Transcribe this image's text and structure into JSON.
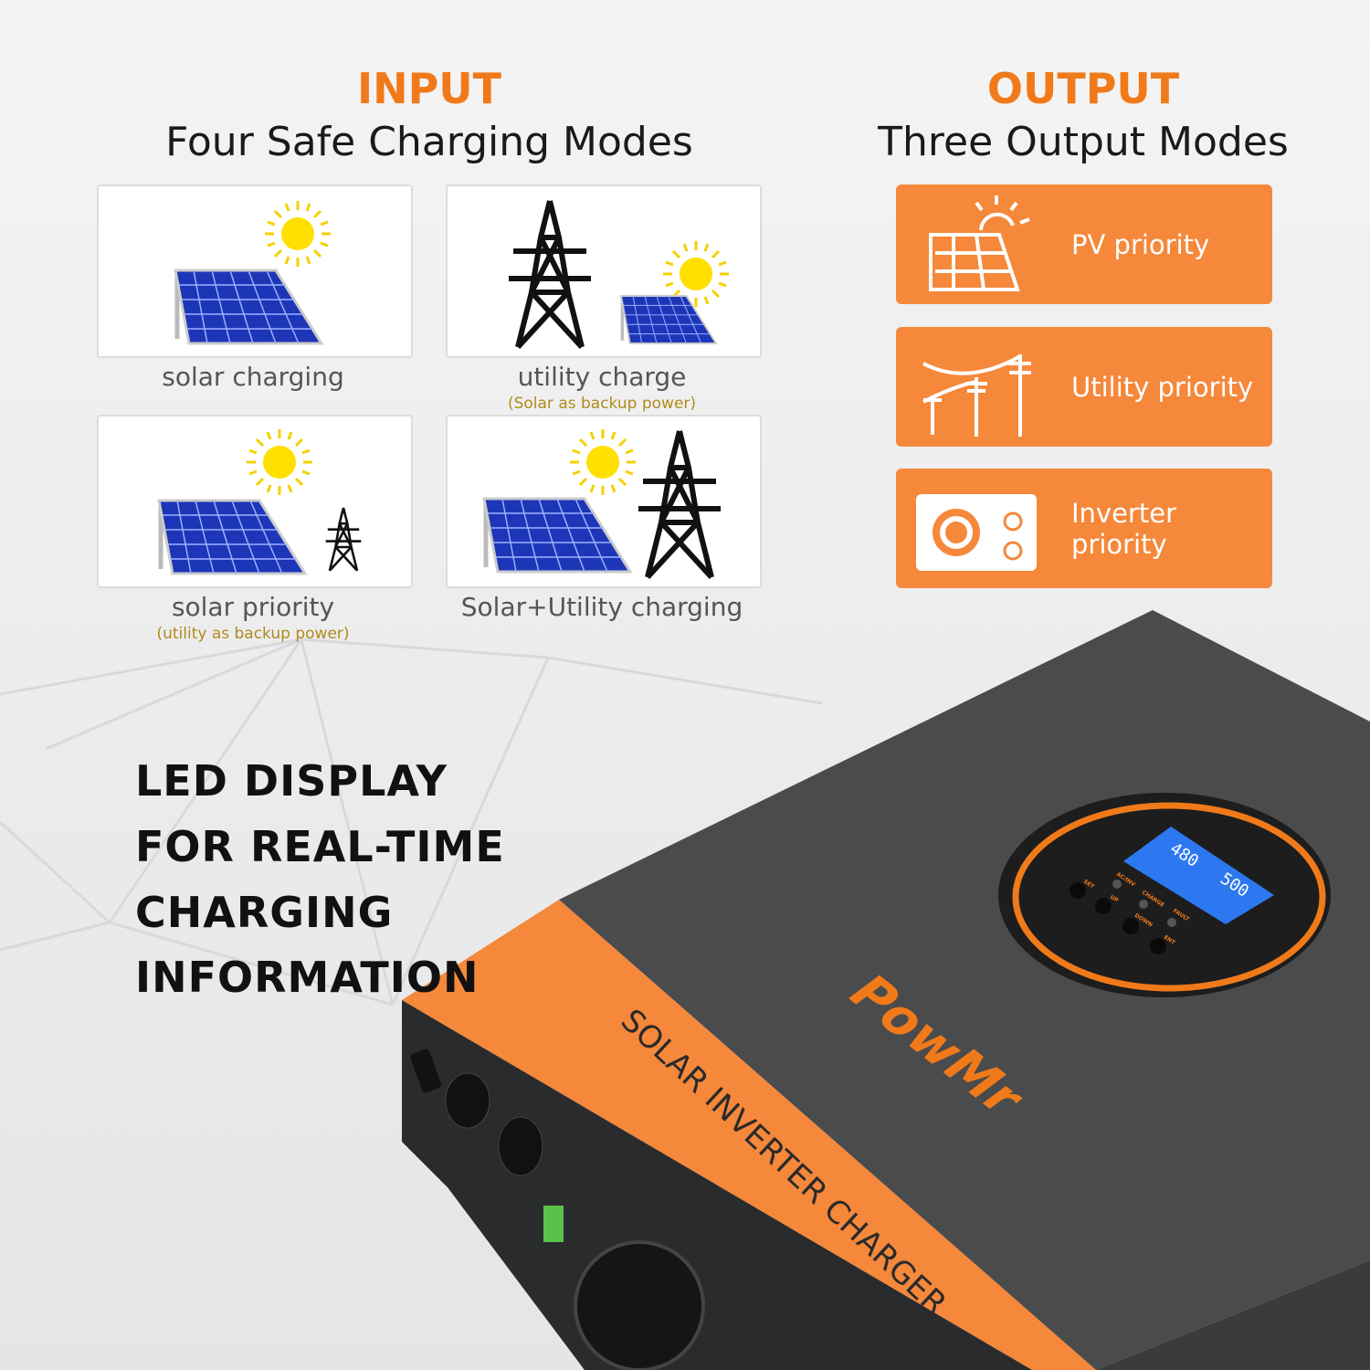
{
  "input": {
    "heading": "INPUT",
    "subheading": "Four Safe Charging Modes",
    "modes": [
      {
        "label": "solar charging",
        "note": ""
      },
      {
        "label": "utility charge",
        "note": "(Solar as backup power)"
      },
      {
        "label": "solar priority",
        "note": "(utility as backup power)"
      },
      {
        "label": "Solar+Utility charging",
        "note": ""
      }
    ]
  },
  "output": {
    "heading": "OUTPUT",
    "subheading": "Three Output Modes",
    "modes": [
      {
        "label": "PV priority",
        "icon": "solar-panel-sun-icon"
      },
      {
        "label": "Utility priority",
        "icon": "power-pole-icon"
      },
      {
        "label": "Inverter priority",
        "icon": "inverter-icon"
      }
    ]
  },
  "feature": {
    "lines": [
      "LED DISPLAY",
      "FOR REAL-TIME",
      "CHARGING",
      "INFORMATION"
    ]
  },
  "device": {
    "brand": "PowMr",
    "side_label": "SOLAR INVERTER CHARGER",
    "lcd": {
      "top": "480",
      "right": "500"
    },
    "buttons": [
      "SET",
      "UP",
      "DOWN",
      "ENT"
    ],
    "indicators": [
      "AC/INV",
      "CHARGE",
      "FAULT"
    ]
  },
  "colors": {
    "accent": "#f07a1a",
    "button": "#f5883a",
    "device": "#4a4b4d"
  }
}
